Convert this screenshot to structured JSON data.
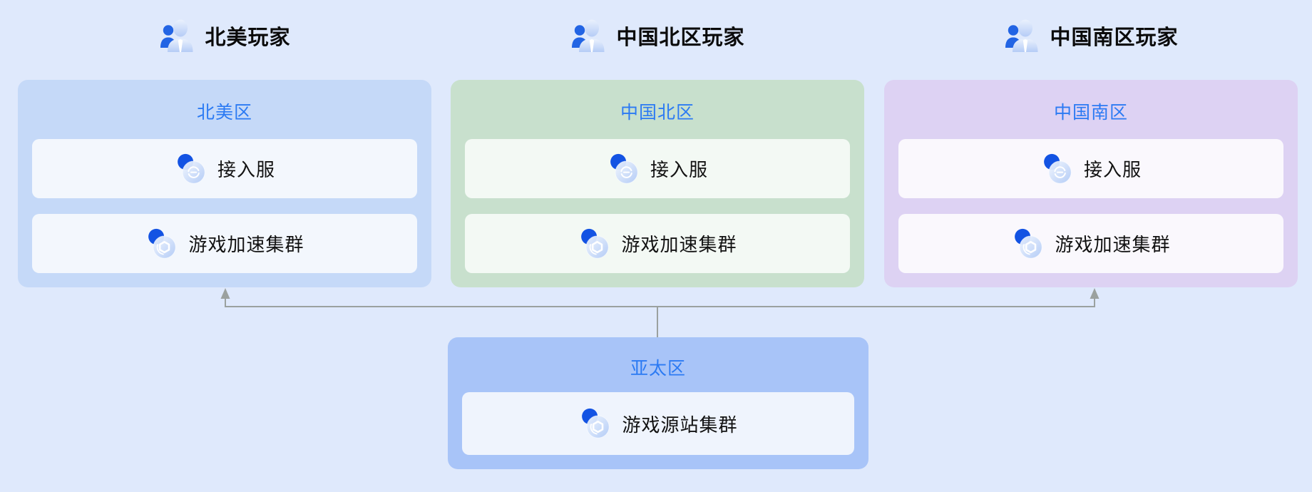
{
  "colors": {
    "background": "#dfe9fc",
    "zone_north_america_bg": "#c5d9f8",
    "zone_china_north_bg": "#c8e0cd",
    "zone_china_south_bg": "#ddd2f3",
    "zone_apac_bg": "#a8c4f8",
    "zone_title_text": "#2b7af3",
    "connector_line": "#9ba19f",
    "icon_solid_blue": "#1353e3"
  },
  "players": [
    {
      "label": "北美玩家"
    },
    {
      "label": "中国北区玩家"
    },
    {
      "label": "中国南区玩家"
    }
  ],
  "zones": [
    {
      "title": "北美区",
      "services": [
        {
          "label": "接入服"
        },
        {
          "label": "游戏加速集群"
        }
      ]
    },
    {
      "title": "中国北区",
      "services": [
        {
          "label": "接入服"
        },
        {
          "label": "游戏加速集群"
        }
      ]
    },
    {
      "title": "中国南区",
      "services": [
        {
          "label": "接入服"
        },
        {
          "label": "游戏加速集群"
        }
      ]
    },
    {
      "title": "亚太区",
      "services": [
        {
          "label": "游戏源站集群"
        }
      ]
    }
  ]
}
